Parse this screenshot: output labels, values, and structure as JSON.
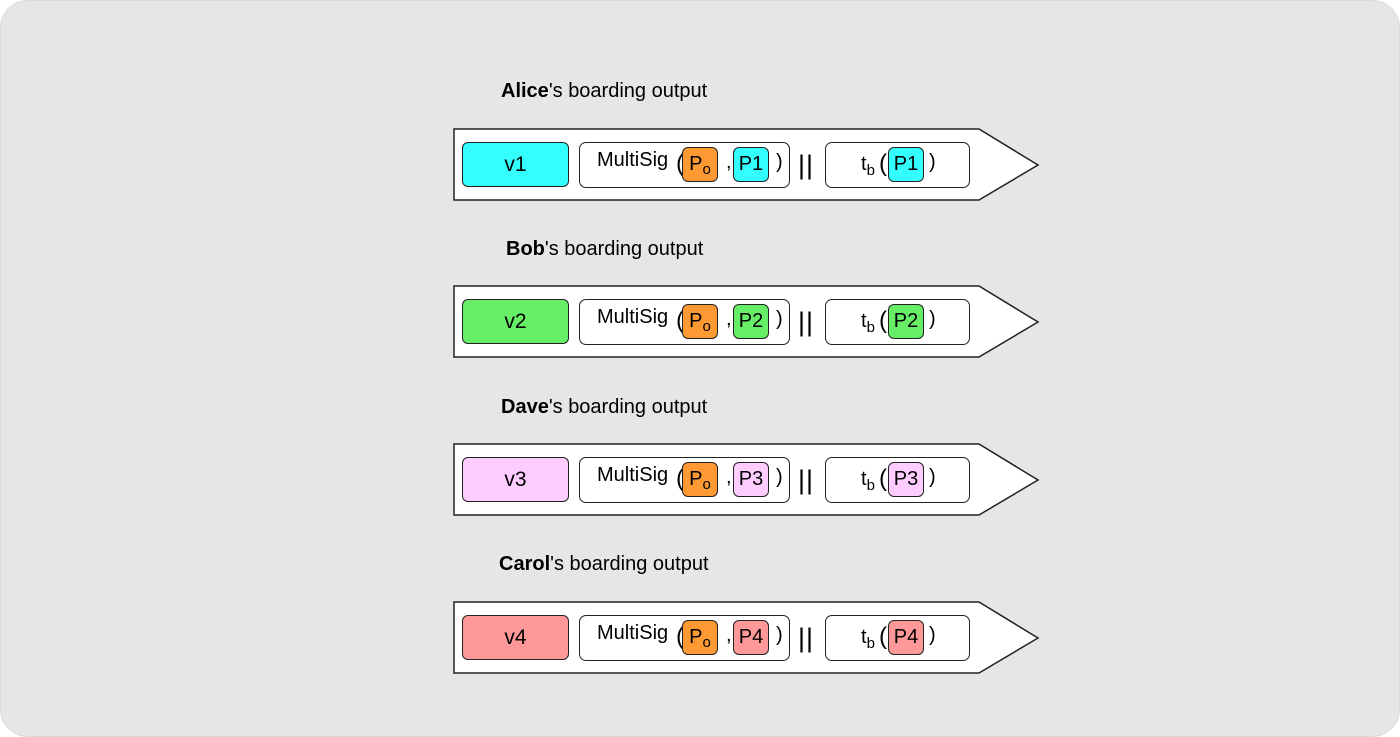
{
  "outputs": [
    {
      "owner": "Alice",
      "suffix": "'s boarding output",
      "amount": "v1",
      "multisig_label": "MultiSig",
      "operator_key": "P",
      "operator_key_sub": "o",
      "user_key": "P1",
      "separator": "||",
      "timelock_label": "t",
      "timelock_sub": "b",
      "color": "#33ffff"
    },
    {
      "owner": "Bob",
      "suffix": "'s boarding output",
      "amount": "v2",
      "multisig_label": "MultiSig",
      "operator_key": "P",
      "operator_key_sub": "o",
      "user_key": "P2",
      "separator": "||",
      "timelock_label": "t",
      "timelock_sub": "b",
      "color": "#66ee66"
    },
    {
      "owner": "Dave",
      "suffix": "'s boarding output",
      "amount": "v3",
      "multisig_label": "MultiSig",
      "operator_key": "P",
      "operator_key_sub": "o",
      "user_key": "P3",
      "separator": "||",
      "timelock_label": "t",
      "timelock_sub": "b",
      "color": "#ffccff"
    },
    {
      "owner": "Carol",
      "suffix": "'s boarding output",
      "amount": "v4",
      "multisig_label": "MultiSig",
      "operator_key": "P",
      "operator_key_sub": "o",
      "user_key": "P4",
      "separator": "||",
      "timelock_label": "t",
      "timelock_sub": "b",
      "color": "#ff9999"
    }
  ],
  "operator_color": "#ff9933",
  "punctuation": {
    "open_paren": "(",
    "close_paren": ")",
    "comma": ","
  }
}
